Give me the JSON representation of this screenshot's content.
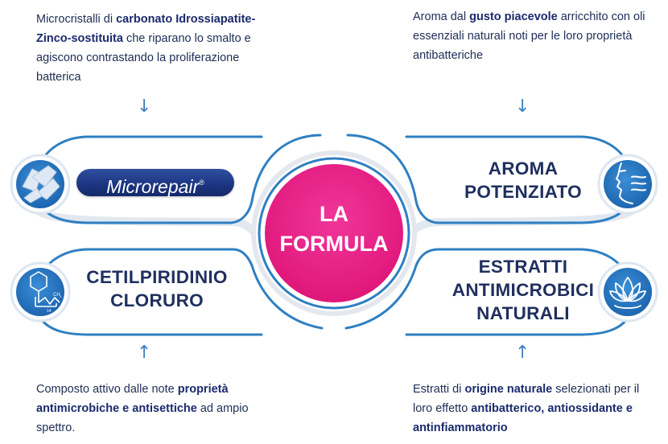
{
  "center": {
    "line1": "LA",
    "line2": "FORMULA"
  },
  "blocks": {
    "top_left": {
      "brand_label": "Microrepair",
      "brand_mark": "®",
      "desc_parts": [
        "Microcristalli di ",
        "carbonato Idrossiapatite-Zinco-sostituita",
        " che riparano lo smalto e agiscono contrastando la proliferazione batterica"
      ],
      "icon": "crystal-icon"
    },
    "top_right": {
      "title_line1": "AROMA",
      "title_line2": "POTENZIATO",
      "desc_parts": [
        "Aroma dal ",
        "gusto piacevole",
        " arricchito con oli essenziali naturali noti per le loro proprietà antibatteriche"
      ],
      "icon": "face-aroma-icon"
    },
    "bottom_left": {
      "title_line1": "CETILPIRIDINIO",
      "title_line2": "CLORURO",
      "desc_parts": [
        "Composto attivo dalle  note ",
        "proprietà antimicrobiche e antisettiche",
        " ad ampio spettro."
      ],
      "icon": "molecule-icon",
      "icon_labels": {
        "ch3": "CH",
        "ch3_sub": "3",
        "chain_sub": "14"
      }
    },
    "bottom_right": {
      "title_line1": "ESTRATTI",
      "title_line2": "ANTIMICROBICI",
      "title_line3": "NATURALI",
      "desc_parts": [
        "Estratti di ",
        "origine naturale",
        " selezionati per il loro effetto ",
        "antibatterico, antiossidante e antinfiammatorio"
      ],
      "icon": "lotus-icon"
    }
  },
  "arrows": {
    "down": "↓",
    "up": "↑"
  },
  "colors": {
    "accent_magenta": "#e6197f",
    "line_blue": "#2e7fc2",
    "icon_blue": "#1f6fb8",
    "text_navy": "#1f2f5e"
  }
}
